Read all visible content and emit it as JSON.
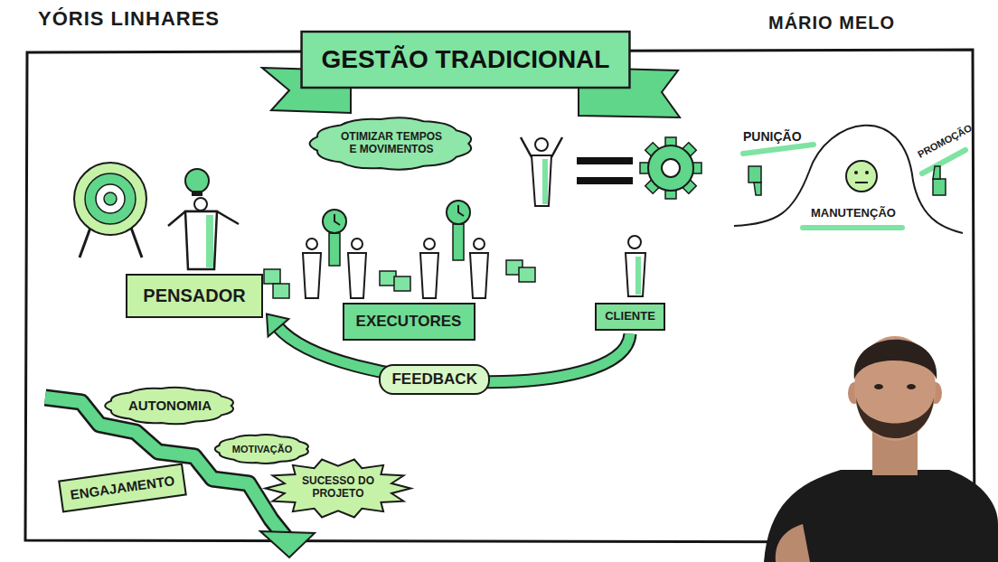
{
  "diagram": {
    "title": "GESTÃO TRADICIONAL",
    "nodes": [
      {
        "text": [
          "OTIMIZAR TEMPOS E MOVIMENTOS"
        ]
      },
      {
        "text": [
          "PENSADOR"
        ]
      },
      {
        "text": [
          "EXECUTORES"
        ]
      },
      {
        "text": [
          "CLIENTE"
        ]
      },
      {
        "text": [
          "AUTONOMIA"
        ]
      },
      {
        "text": [
          "ENGAJAMENTO"
        ]
      },
      {
        "text": [
          "MOTIVAÇÃO"
        ]
      },
      {
        "text": [
          "SUCESSO DO PROJETO"
        ]
      }
    ],
    "edges": [
      {
        "from": 3,
        "to": 1,
        "arrow": "to",
        "label": "FEEDBACK"
      }
    ],
    "labels": [
      "YÓRIS LINHARES",
      "MÁRIO MELO",
      "PUNIÇÃO",
      "PROMOÇÃO",
      "MANUTENÇÃO"
    ]
  }
}
